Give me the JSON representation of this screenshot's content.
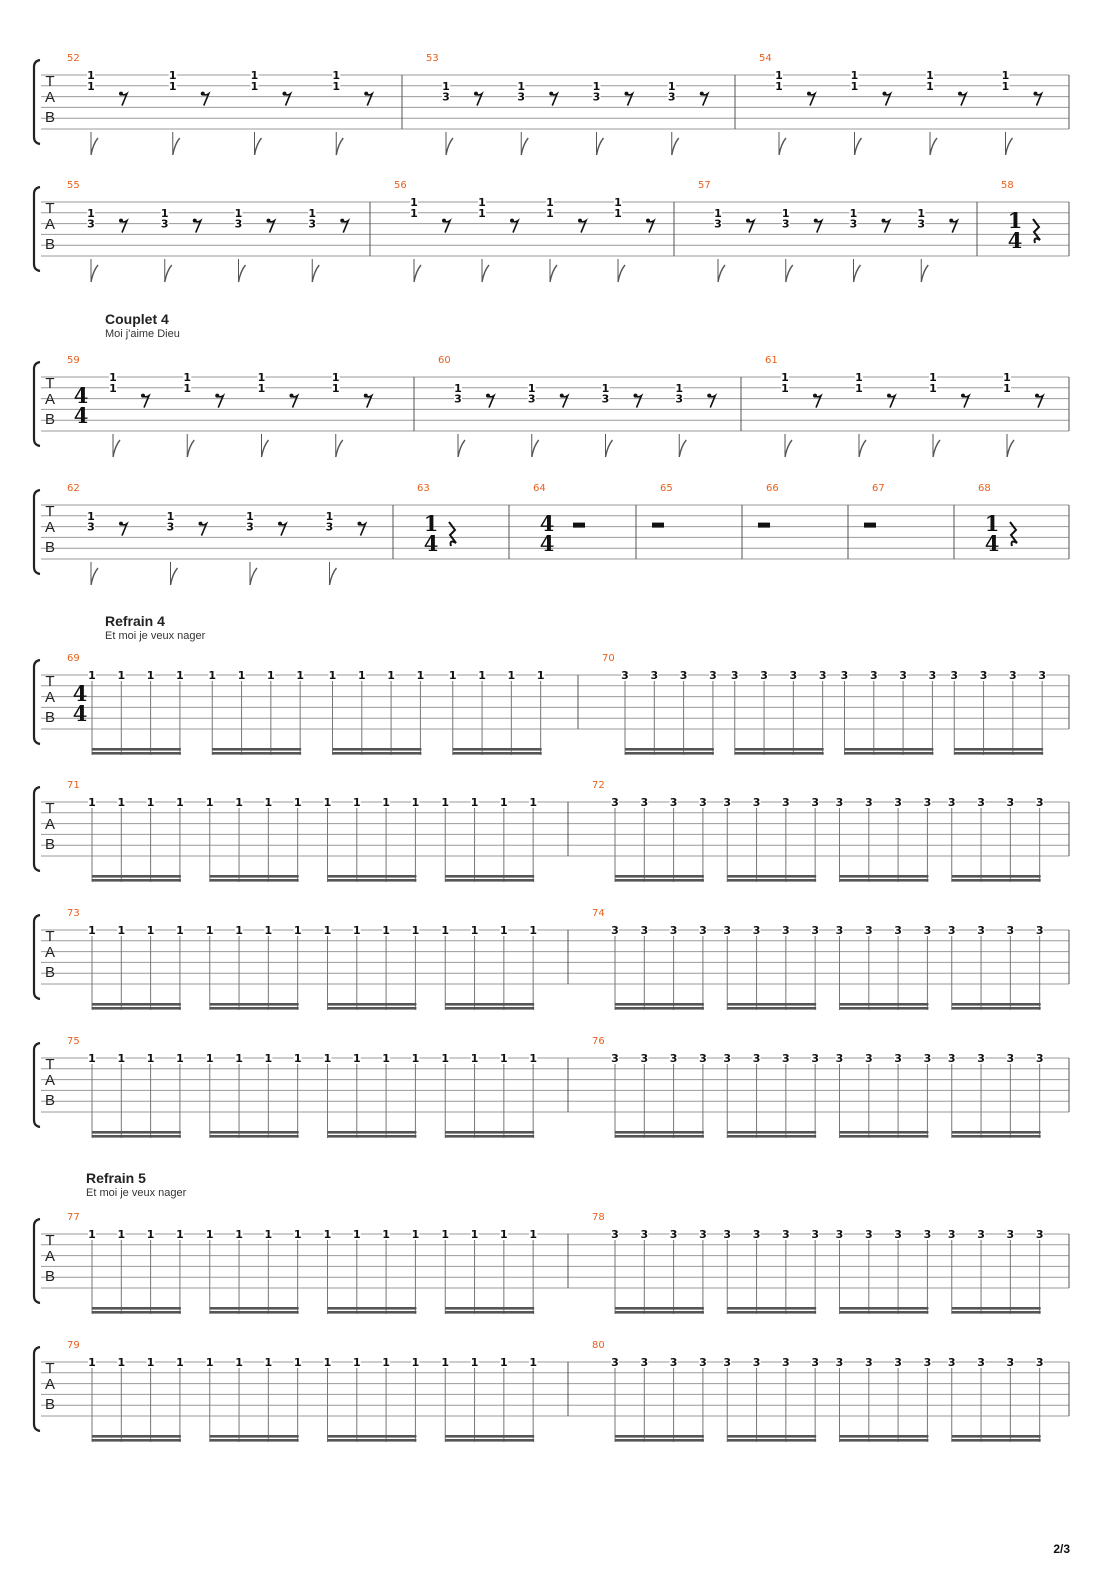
{
  "tab_label": [
    "T",
    "A",
    "B"
  ],
  "sections": [
    {
      "id": "couplet4",
      "title": "Couplet 4",
      "lyric": "Moi j'aime Dieu"
    },
    {
      "id": "refrain4",
      "title": "Refrain 4",
      "lyric": "Et moi je veux nager"
    },
    {
      "id": "refrain5",
      "title": "Refrain 5",
      "lyric": "Et moi je veux nager"
    }
  ],
  "systems": [
    {
      "type": "eighth",
      "measures": [
        {
          "number": "52",
          "pattern": "A"
        },
        {
          "number": "53",
          "pattern": "B"
        },
        {
          "number": "54",
          "pattern": "A"
        }
      ]
    },
    {
      "type": "eighth",
      "measures": [
        {
          "number": "55",
          "pattern": "B"
        },
        {
          "number": "56",
          "pattern": "A"
        },
        {
          "number": "57",
          "pattern": "B"
        },
        {
          "number": "58",
          "pattern": "R",
          "time_signature": [
            "1",
            "4"
          ]
        }
      ]
    },
    {
      "type": "eighth",
      "section": "couplet4",
      "measures": [
        {
          "number": "59",
          "pattern": "A",
          "time_signature": [
            "4",
            "4"
          ]
        },
        {
          "number": "60",
          "pattern": "B"
        },
        {
          "number": "61",
          "pattern": "A"
        }
      ]
    },
    {
      "type": "eighth",
      "measures": [
        {
          "number": "62",
          "pattern": "B"
        },
        {
          "number": "63",
          "pattern": "R",
          "time_signature": [
            "1",
            "4"
          ]
        },
        {
          "number": "64",
          "pattern": "H",
          "time_signature": [
            "4",
            "4"
          ]
        },
        {
          "number": "65",
          "pattern": "H"
        },
        {
          "number": "66",
          "pattern": "H"
        },
        {
          "number": "67",
          "pattern": "H"
        },
        {
          "number": "68",
          "pattern": "R",
          "time_signature": [
            "1",
            "4"
          ]
        }
      ]
    },
    {
      "type": "sixteenth",
      "section": "refrain4",
      "time_signature": [
        "4",
        "4"
      ],
      "measures": [
        {
          "number": "69",
          "fret": "1"
        },
        {
          "number": "70",
          "fret": "3"
        }
      ]
    },
    {
      "type": "sixteenth",
      "measures": [
        {
          "number": "71",
          "fret": "1"
        },
        {
          "number": "72",
          "fret": "3"
        }
      ]
    },
    {
      "type": "sixteenth",
      "measures": [
        {
          "number": "73",
          "fret": "1"
        },
        {
          "number": "74",
          "fret": "3"
        }
      ]
    },
    {
      "type": "sixteenth",
      "measures": [
        {
          "number": "75",
          "fret": "1"
        },
        {
          "number": "76",
          "fret": "3"
        }
      ]
    },
    {
      "type": "sixteenth",
      "section": "refrain5",
      "measures": [
        {
          "number": "77",
          "fret": "1"
        },
        {
          "number": "78",
          "fret": "3"
        }
      ]
    },
    {
      "type": "sixteenth",
      "measures": [
        {
          "number": "79",
          "fret": "1"
        },
        {
          "number": "80",
          "fret": "3"
        }
      ]
    }
  ],
  "eighth_patterns": {
    "A": {
      "beats": [
        [
          "1",
          "1",
          ""
        ],
        [
          "1",
          "1",
          ""
        ],
        [
          "1",
          "1",
          ""
        ],
        [
          "1",
          "1",
          ""
        ]
      ]
    },
    "B": {
      "beats": [
        [
          "",
          "1",
          "3"
        ],
        [
          "",
          "1",
          "3"
        ],
        [
          "",
          "1",
          "3"
        ],
        [
          "",
          "1",
          "3"
        ]
      ]
    }
  },
  "page_number": "2/3"
}
